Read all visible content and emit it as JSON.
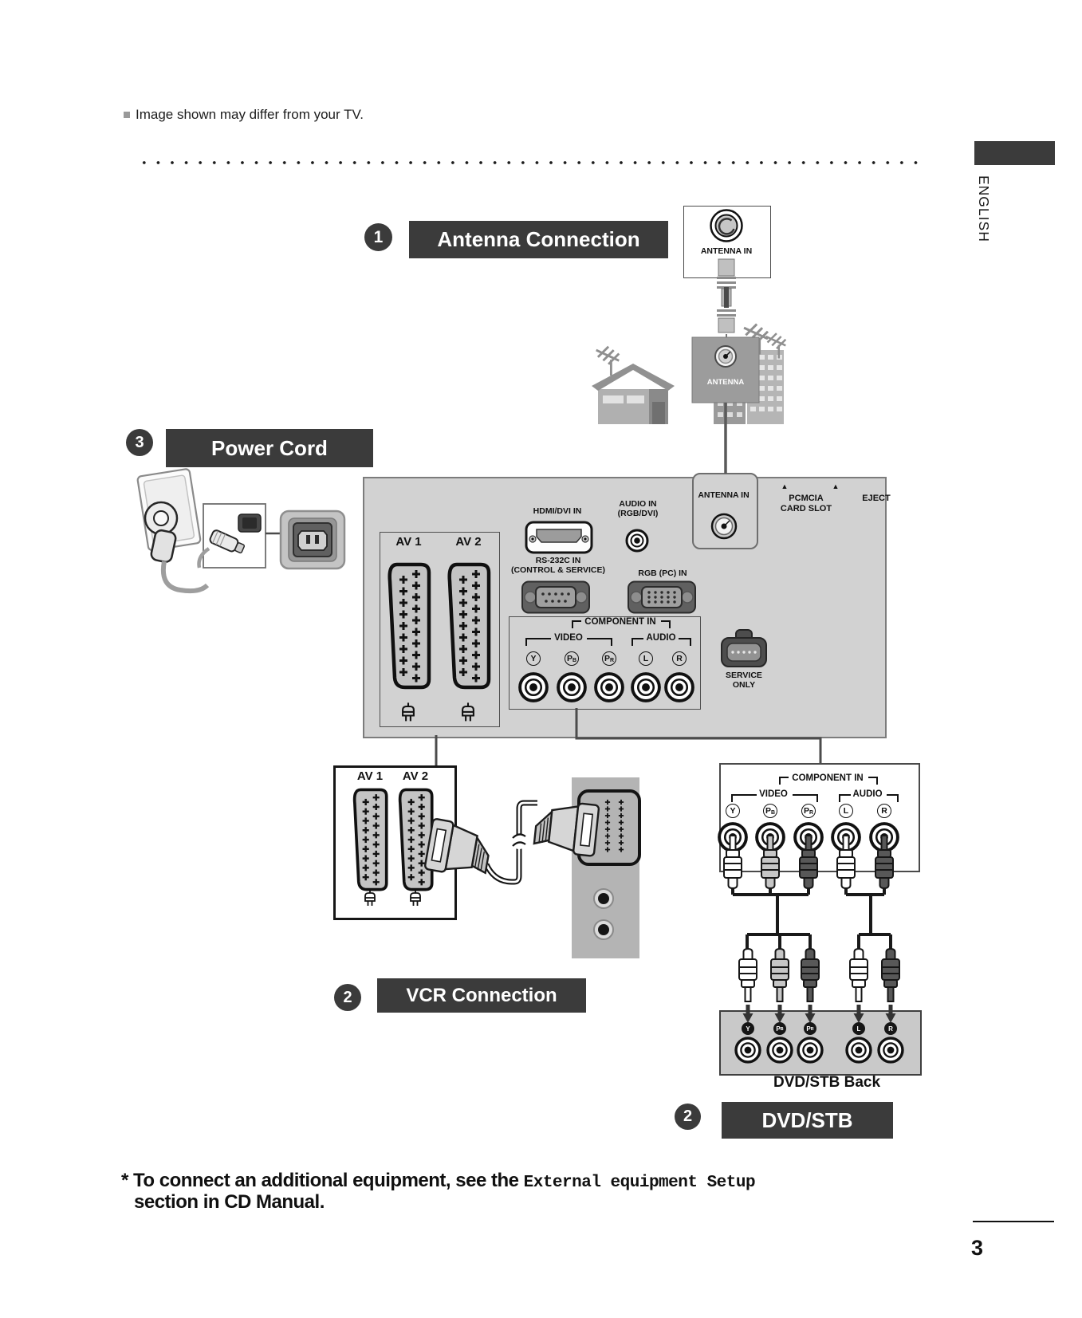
{
  "page": {
    "note": "Image shown may differ from your TV.",
    "language_label": "ENGLISH",
    "page_number": "3",
    "footnote": {
      "prefix": "* To connect an additional equipment, see the ",
      "highlight": "External equipment Setup",
      "line2": "section in CD Manual."
    }
  },
  "sections": {
    "antenna": {
      "badge": "1",
      "title": "Antenna Connection"
    },
    "power": {
      "badge": "3",
      "title": "Power Cord"
    },
    "vcr": {
      "badge": "2",
      "title": "VCR Connection"
    },
    "dvd": {
      "badge": "2",
      "title": "DVD/STB"
    }
  },
  "antenna_in_box": {
    "label": "ANTENNA IN"
  },
  "antenna_wall_plate": {
    "label": "ANTENNA"
  },
  "tv_panel": {
    "av1_label": "AV 1",
    "av2_label": "AV 2",
    "hdmi_label": "HDMI/DVI IN",
    "audio_in_line1": "AUDIO IN",
    "audio_in_line2": "(RGB/DVI)",
    "rs232_line1": "RS-232C IN",
    "rs232_line2": "(CONTROL & SERVICE)",
    "rgb_pc_label": "RGB (PC) IN",
    "antenna_in_label": "ANTENNA IN",
    "pcmcia_line1": "PCMCIA",
    "pcmcia_line2": "CARD SLOT",
    "eject_label": "EJECT",
    "component_in_label": "COMPONENT IN",
    "video_label": "VIDEO",
    "audio_label": "AUDIO",
    "service_line1": "SERVICE",
    "service_line2": "ONLY",
    "jacks": [
      {
        "main": "Y",
        "sub": ""
      },
      {
        "main": "P",
        "sub": "B"
      },
      {
        "main": "P",
        "sub": "R"
      },
      {
        "main": "L",
        "sub": ""
      },
      {
        "main": "R",
        "sub": ""
      }
    ]
  },
  "vcr_section": {
    "av1_label": "AV 1",
    "av2_label": "AV 2"
  },
  "component_box": {
    "component_in_label": "COMPONENT IN",
    "video_label": "VIDEO",
    "audio_label": "AUDIO",
    "jacks": [
      {
        "main": "Y",
        "sub": ""
      },
      {
        "main": "P",
        "sub": "B"
      },
      {
        "main": "P",
        "sub": "R"
      },
      {
        "main": "L",
        "sub": ""
      },
      {
        "main": "R",
        "sub": ""
      }
    ]
  },
  "dvd_panel": {
    "caption": "DVD/STB Back",
    "jacks": [
      {
        "main": "Y",
        "sub": ""
      },
      {
        "main": "P",
        "sub": "B"
      },
      {
        "main": "P",
        "sub": "R"
      },
      {
        "main": "L",
        "sub": ""
      },
      {
        "main": "R",
        "sub": ""
      }
    ]
  },
  "icons": {
    "triangle_up": "▲"
  },
  "colors": {
    "header_bg": "#3b3b3b",
    "panel_bg": "#d2d2d2",
    "device_gray": "#b4b4b4",
    "dvd_panel_bg": "#c9c9c9"
  }
}
